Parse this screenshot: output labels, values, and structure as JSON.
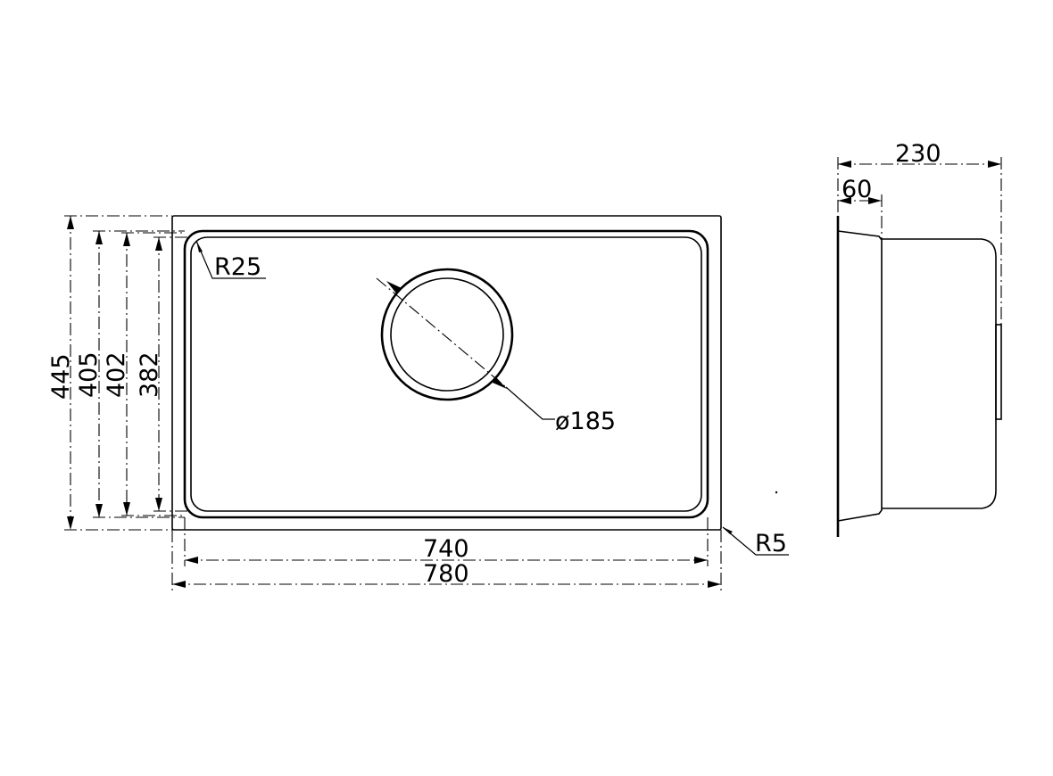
{
  "dimensions": {
    "overall_length": "780",
    "bowl_length": "740",
    "overall_width": "445",
    "width_405": "405",
    "width_402": "402",
    "bowl_width": "382",
    "drain_diameter": "ø185",
    "inner_radius": "R25",
    "outer_radius": "R5",
    "depth": "230",
    "flange_depth": "60"
  }
}
